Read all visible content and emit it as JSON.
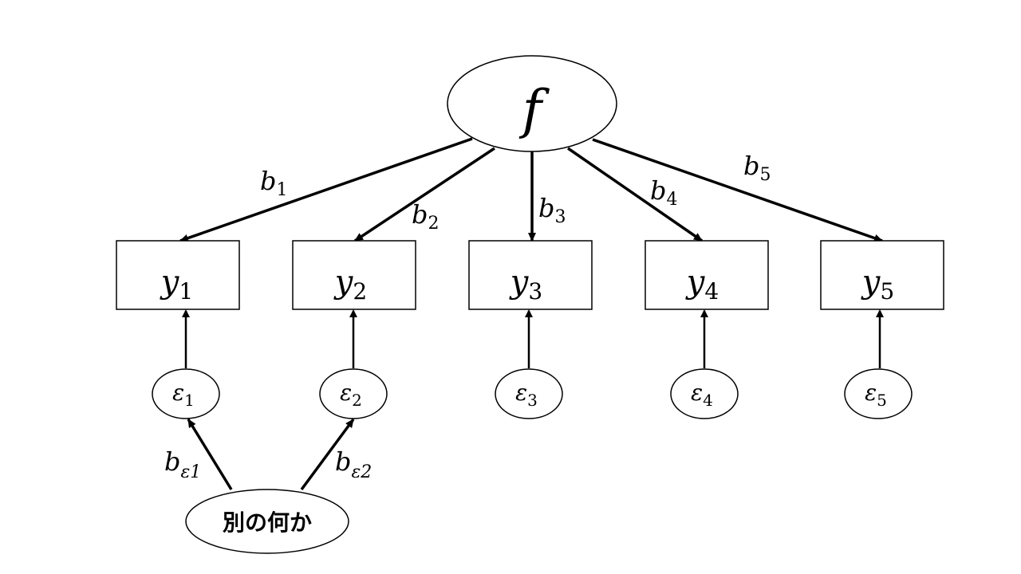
{
  "factor": {
    "label": "f"
  },
  "observed": [
    {
      "base": "y",
      "sub": "1"
    },
    {
      "base": "y",
      "sub": "2"
    },
    {
      "base": "y",
      "sub": "3"
    },
    {
      "base": "y",
      "sub": "4"
    },
    {
      "base": "y",
      "sub": "5"
    }
  ],
  "errors": [
    {
      "base": "ε",
      "sub": "1"
    },
    {
      "base": "ε",
      "sub": "2"
    },
    {
      "base": "ε",
      "sub": "3"
    },
    {
      "base": "ε",
      "sub": "4"
    },
    {
      "base": "ε",
      "sub": "5"
    }
  ],
  "loadings": [
    {
      "base": "b",
      "sub": "1"
    },
    {
      "base": "b",
      "sub": "2"
    },
    {
      "base": "b",
      "sub": "3"
    },
    {
      "base": "b",
      "sub": "4"
    },
    {
      "base": "b",
      "sub": "5"
    }
  ],
  "other": {
    "label": "別の何か",
    "paths": [
      {
        "base": "b",
        "sub": "ε1"
      },
      {
        "base": "b",
        "sub": "ε2"
      }
    ]
  }
}
